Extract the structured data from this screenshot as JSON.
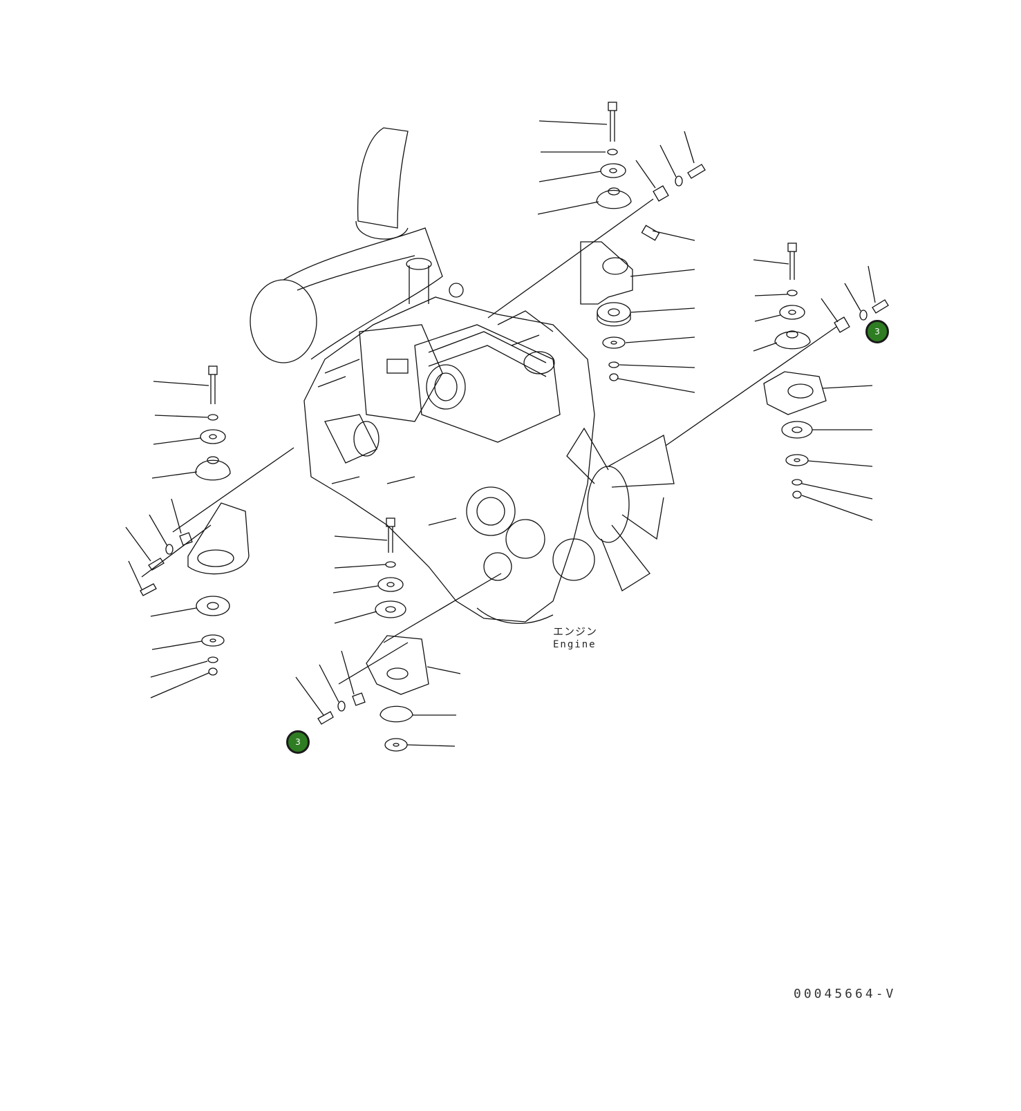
{
  "engine_label_jp": "エンジン",
  "engine_label_en": "Engine",
  "drawing_number": "00045664-V",
  "callouts": [
    {
      "id": "callout-top-right",
      "number": "3"
    },
    {
      "id": "callout-bottom-left",
      "number": "3"
    }
  ],
  "colors": {
    "callout_fill": "#2f7d22",
    "line": "#111111"
  }
}
